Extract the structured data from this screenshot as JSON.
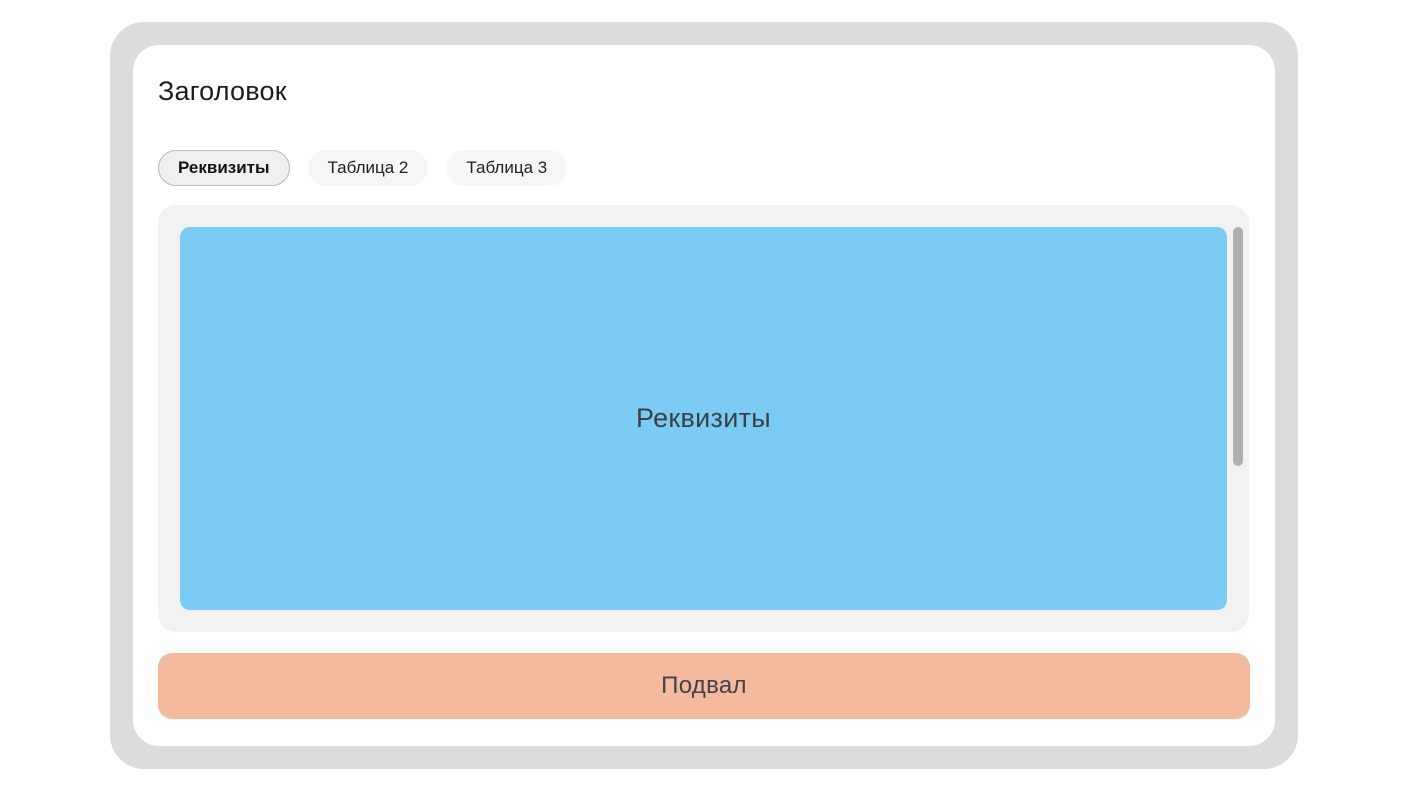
{
  "header": {
    "title": "Заголовок"
  },
  "tabs": [
    {
      "label": "Реквизиты",
      "active": true
    },
    {
      "label": "Таблица 2",
      "active": false
    },
    {
      "label": "Таблица 3",
      "active": false
    }
  ],
  "content": {
    "label": "Реквизиты"
  },
  "footer": {
    "label": "Подвал"
  },
  "colors": {
    "frame_gray": "#dcdcdc",
    "screen_white": "#ffffff",
    "panel_gray": "#f2f2f2",
    "content_blue": "#7bcbf5",
    "footer_salmon": "#f4ba9d",
    "scrollbar_thumb_gray": "#afafaf",
    "active_chip_border": "#b9b9b9",
    "title_text": "#1d1d1f",
    "content_text": "#3c4045"
  }
}
